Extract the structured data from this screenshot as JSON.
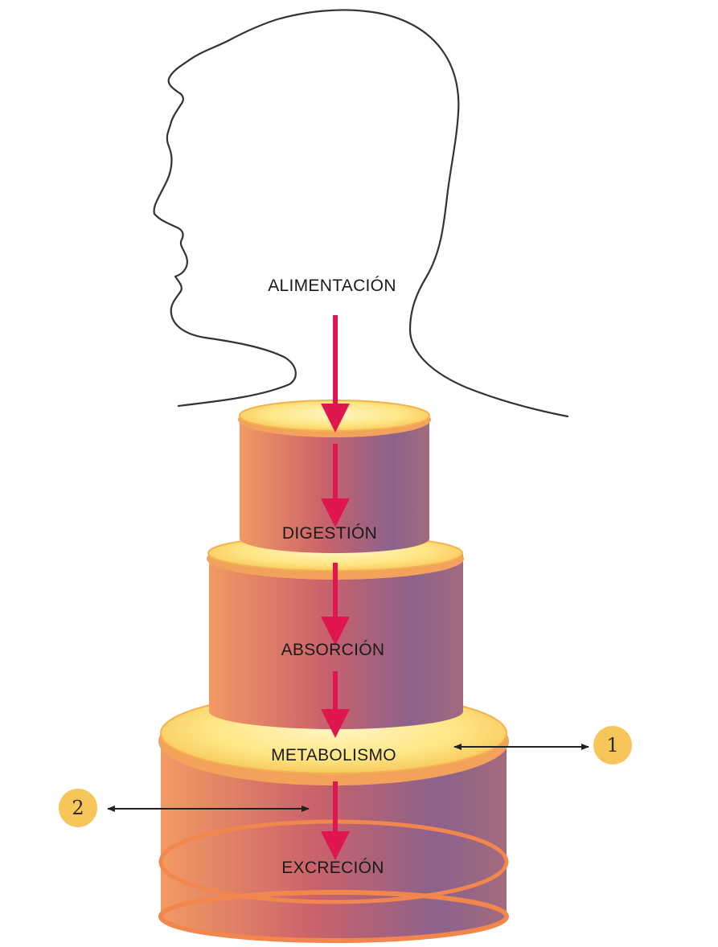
{
  "stages": {
    "alimentacion": "ALIMENTACIÓN",
    "digestion": "DIGESTIÓN",
    "absorcion": "ABSORCIÓN",
    "metabolismo": "METABOLISMO",
    "excrecion": "EXCRECIÓN"
  },
  "callouts": {
    "one": "1",
    "two": "2"
  },
  "colors": {
    "flow_arrow": "#e0174f",
    "cylinder_warm": "#f08a5d",
    "cylinder_cool": "#8a5f86",
    "disc_fill": "#ffe27a",
    "badge": "#f6c65a",
    "outline": "#333333"
  },
  "icons": [
    "head-silhouette",
    "flow-arrow",
    "double-headed-arrow"
  ]
}
